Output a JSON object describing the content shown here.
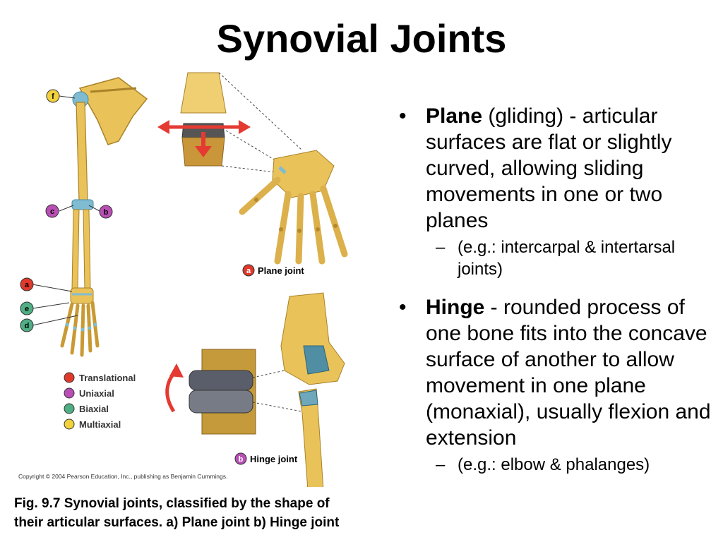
{
  "slide": {
    "title": "Synovial Joints"
  },
  "figure": {
    "copyright": "Copyright © 2004 Pearson Education, Inc., publishing as Benjamin Cummings.",
    "markers": {
      "a": "a",
      "b": "b",
      "c": "c",
      "d": "d",
      "e": "e",
      "f": "f"
    },
    "plane_label": "Plane joint",
    "hinge_label": "Hinge joint",
    "legend": [
      {
        "label": "Translational",
        "color": "#e0392b"
      },
      {
        "label": "Uniaxial",
        "color": "#b94fb5"
      },
      {
        "label": "Biaxial",
        "color": "#4fae84"
      },
      {
        "label": "Multiaxial",
        "color": "#f2d23c"
      }
    ]
  },
  "caption": {
    "line1": "Fig. 9.7 Synovial joints, classified by the shape of",
    "line2": "their articular surfaces. a) Plane joint  b) Hinge joint"
  },
  "bullets": [
    {
      "bold": "Plane",
      "text": " (gliding) - articular surfaces are flat or slightly curved, allowing sliding movements in one or two planes",
      "sub": "(e.g.: intercarpal & intertarsal joints)"
    },
    {
      "bold": "Hinge",
      "text": " - rounded process of one bone fits into the concave surface of another to allow movement in one plane (monaxial), usually flexion and extension",
      "sub": "(e.g.:  elbow & phalanges)"
    }
  ]
}
